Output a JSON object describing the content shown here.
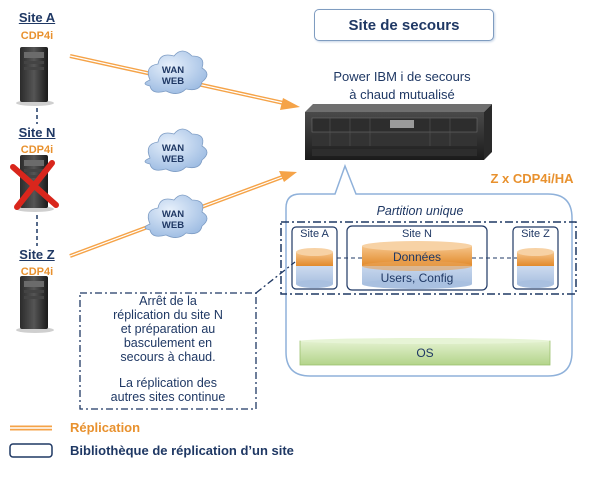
{
  "title": "Site de secours",
  "sites": [
    {
      "name": "Site A",
      "product": "CDP4i",
      "failed": false
    },
    {
      "name": "Site N",
      "product": "CDP4i",
      "failed": true
    },
    {
      "name": "Site Z",
      "product": "CDP4i",
      "failed": false
    }
  ],
  "wan_clouds": [
    {
      "line1": "WAN",
      "line2": "WEB"
    },
    {
      "line1": "WAN",
      "line2": "WEB"
    },
    {
      "line1": "WAN",
      "line2": "WEB"
    }
  ],
  "server_caption": {
    "line1": "Power IBM i de secours",
    "line2": "à chaud mutualisé"
  },
  "product_label": "Z x CDP4i/HA",
  "partition": {
    "label": "Partition unique",
    "site_a": "Site A",
    "site_n": "Site N",
    "site_z": "Site Z",
    "donnees": "Données",
    "users_config": "Users, Config",
    "os": "OS"
  },
  "note": {
    "lines": [
      "Arrêt de la",
      "réplication du site N",
      "et préparation au",
      "basculement en",
      "secours à chaud."
    ],
    "lines2": [
      "La réplication des",
      "autres sites continue"
    ]
  },
  "legend": {
    "replication": "Réplication",
    "library": "Bibliothèque de réplication d’un site"
  },
  "colors": {
    "navy": "#1f3864",
    "orange": "#e8912e",
    "cloud": "#a9c4e6",
    "red_cross": "#d9261c",
    "os_green": "#c5e0a5"
  }
}
